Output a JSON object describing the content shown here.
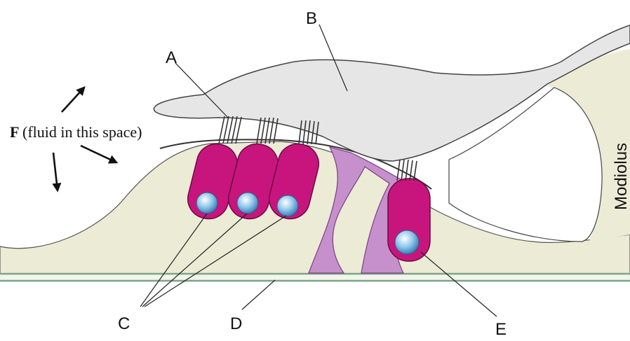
{
  "labels": {
    "a": "A",
    "b": "B",
    "c": "C",
    "d": "D",
    "e": "E",
    "f_letter": "F",
    "f_text": "(fluid in this space)",
    "modiolus": "Modiolus"
  },
  "colors": {
    "tissue": "#ecebd6",
    "tectorial_membrane": "#e6e6e6",
    "hair_cell": "#c8157e",
    "support_cell": "#c590cc",
    "nucleus": "#7fbde6",
    "basilar_membrane": "#7aa58a",
    "outline": "#333333"
  }
}
